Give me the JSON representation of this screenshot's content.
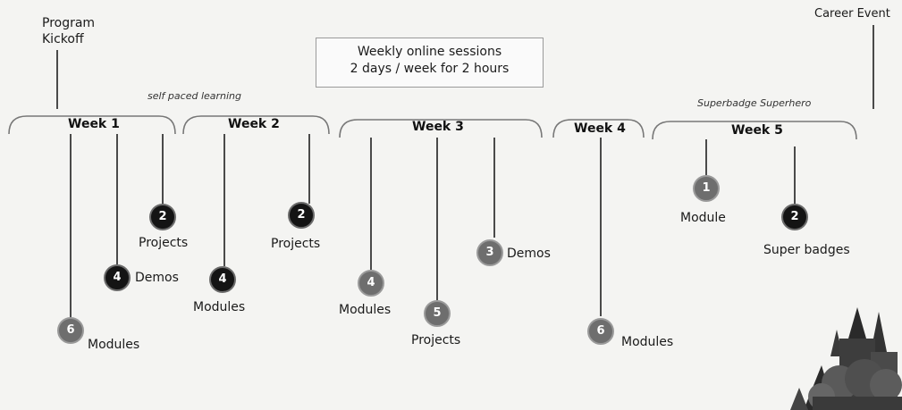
{
  "top_labels": {
    "kickoff_line1": "Program",
    "kickoff_line2": "Kickoff",
    "career_event": "Career Event"
  },
  "sessions_box": {
    "line1": "Weekly online sessions",
    "line2": "2 days / week for 2 hours"
  },
  "annotations": {
    "self_paced": "self paced learning",
    "superbadge": "Superbadge Superhero"
  },
  "weeks": [
    {
      "label": "Week 1"
    },
    {
      "label": "Week 2"
    },
    {
      "label": "Week 3"
    },
    {
      "label": "Week 4"
    },
    {
      "label": "Week 5"
    }
  ],
  "milestones": [
    {
      "number": "6",
      "label": "Modules",
      "style": "gray"
    },
    {
      "number": "4",
      "label": "Demos",
      "style": "dark"
    },
    {
      "number": "2",
      "label": "Projects",
      "style": "dark"
    },
    {
      "number": "4",
      "label": "Modules",
      "style": "dark"
    },
    {
      "number": "2",
      "label": "Projects",
      "style": "dark"
    },
    {
      "number": "4",
      "label": "Modules",
      "style": "gray"
    },
    {
      "number": "5",
      "label": "Projects",
      "style": "gray"
    },
    {
      "number": "3",
      "label": "Demos",
      "style": "gray"
    },
    {
      "number": "6",
      "label": "Modules",
      "style": "gray"
    },
    {
      "number": "1",
      "label": "Module",
      "style": "gray"
    },
    {
      "number": "2",
      "label": "Super badges",
      "style": "dark"
    }
  ]
}
